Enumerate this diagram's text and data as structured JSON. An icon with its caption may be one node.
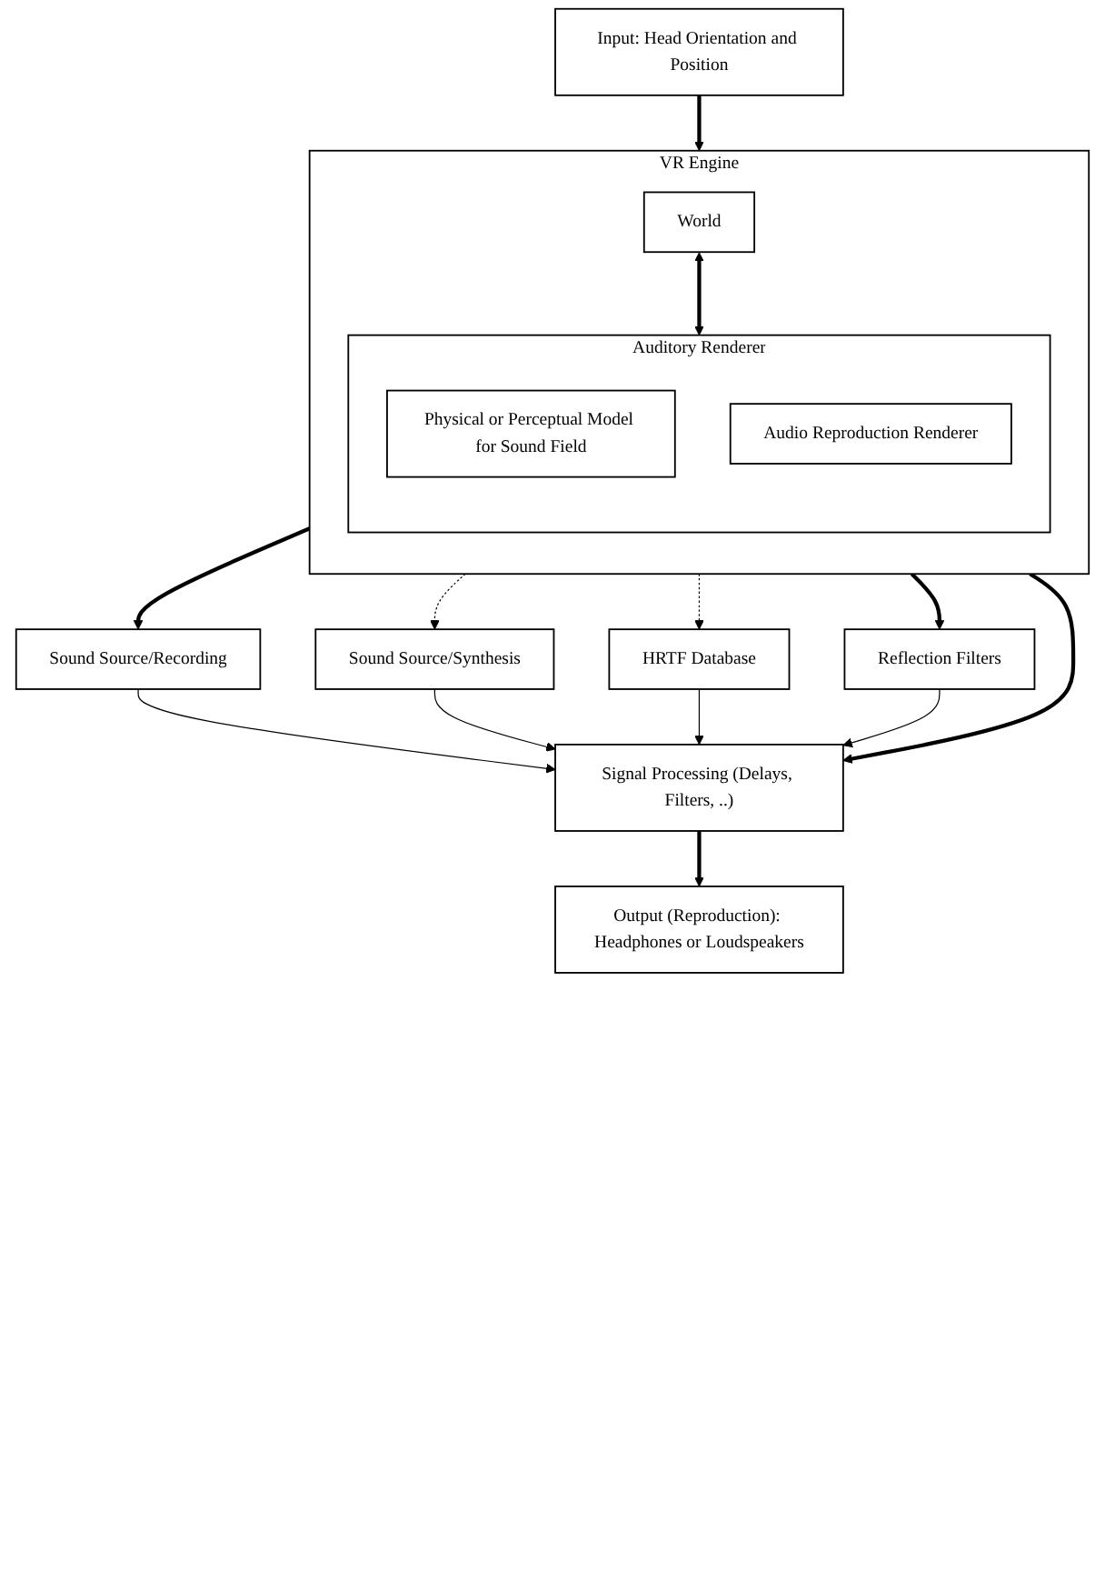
{
  "diagram": {
    "nodes": [
      {
        "text": [
          "Input: Head Orientation and Position"
        ]
      },
      {
        "text": [
          "VR Engine"
        ]
      },
      {
        "text": [
          "World"
        ],
        "in": 1
      },
      {
        "text": [
          "Auditory Renderer"
        ],
        "in": 1
      },
      {
        "text": [
          "Physical or Perceptual Model for Sound Field"
        ],
        "in": 3
      },
      {
        "text": [
          "Audio Reproduction Renderer"
        ],
        "in": 3
      },
      {
        "text": [
          "Sound Source/Recording"
        ]
      },
      {
        "text": [
          "Sound Source/Synthesis"
        ]
      },
      {
        "text": [
          "HRTF Database"
        ]
      },
      {
        "text": [
          "Reflection Filters"
        ]
      },
      {
        "text": [
          "Signal Processing (Delays, Filters, ..)"
        ]
      },
      {
        "text": [
          "Output (Reproduction): Headphones or Loudspeakers"
        ]
      }
    ],
    "edges": [
      {
        "from": 0,
        "to": 1,
        "arrow": "to",
        "style": "thick"
      },
      {
        "from": 2,
        "to": 3,
        "arrow": "both",
        "style": "thick"
      },
      {
        "from": 1,
        "to": 10,
        "arrow": "to",
        "style": "thick"
      },
      {
        "from": 1,
        "to": 6,
        "arrow": "to",
        "style": "thick"
      },
      {
        "from": 1,
        "to": 7,
        "arrow": "to",
        "style": "dashed"
      },
      {
        "from": 1,
        "to": 8,
        "arrow": "to",
        "style": "dashed"
      },
      {
        "from": 1,
        "to": 9,
        "arrow": "to",
        "style": "thick"
      },
      {
        "from": 6,
        "to": 10,
        "arrow": "to"
      },
      {
        "from": 7,
        "to": 10,
        "arrow": "to"
      },
      {
        "from": 8,
        "to": 10,
        "arrow": "to"
      },
      {
        "from": 9,
        "to": 10,
        "arrow": "to"
      },
      {
        "from": 10,
        "to": 11,
        "arrow": "to",
        "style": "thick"
      }
    ]
  }
}
